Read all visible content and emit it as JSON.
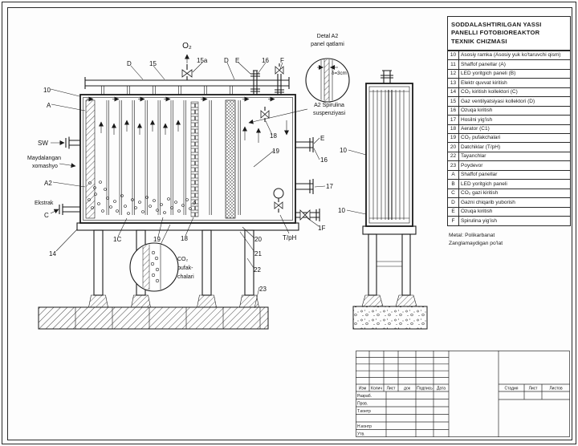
{
  "title_block": {
    "line1": "SODDALASHTIRILGAN YASSI",
    "line2": "PANELLI FOTOBIOREAKTOR",
    "line3": "TEXNIK CHIZMASI"
  },
  "parts_list": [
    {
      "num": "10",
      "label": "Asosiy ramka (Asosiy yuk ko'taruvchi qism)"
    },
    {
      "num": "11",
      "label": "Shaffof panellar (A)"
    },
    {
      "num": "12",
      "label": "LED yoritgich paneli (B)"
    },
    {
      "num": "13",
      "label": "Elektr quvvat kiritish"
    },
    {
      "num": "14",
      "label": "CO₂ kiritish kollektori (C)"
    },
    {
      "num": "15",
      "label": "Gaz ventilyatsiyasi kollektori (D)"
    },
    {
      "num": "16",
      "label": "Ozuqa kiritish"
    },
    {
      "num": "17",
      "label": "Hosilni yig'ish"
    },
    {
      "num": "18",
      "label": "Aerator (C1)"
    },
    {
      "num": "19",
      "label": "CO₂ pufakchalari"
    },
    {
      "num": "20",
      "label": "Datchiklar (T/pH)"
    },
    {
      "num": "22",
      "label": "Tayanchlar"
    },
    {
      "num": "23",
      "label": "Poydevor"
    },
    {
      "num": "A",
      "label": "Shaffof panellar"
    },
    {
      "num": "B",
      "label": "LED yoritgich paneli"
    },
    {
      "num": "C",
      "label": "CO₂ gazi kiritish"
    },
    {
      "num": "D",
      "label": "Gazni chiqarib yuborish"
    },
    {
      "num": "E",
      "label": "Ozuqa kiritish"
    },
    {
      "num": "F",
      "label": "Spirulina yig'ish"
    }
  ],
  "material": {
    "line1": "Metal: Polikarbanat",
    "line2": "Zanglamaydigan po'lat"
  },
  "drawing": {
    "o2": "O₂",
    "d1": "D",
    "n15": "15",
    "n15a": "15a",
    "d2": "D",
    "e1": "E",
    "n16a": "16",
    "f1": "F",
    "n10a": "10",
    "a1": "A",
    "sw": "SW",
    "feed1": "Maydalangan",
    "feed2": "xomashyo",
    "a2": "A2",
    "ekstrak": "Ekstrak",
    "c1": "C",
    "n14": "14",
    "n1c": "1C",
    "n19a": "19",
    "n18a": "18",
    "n20": "20",
    "n21": "21",
    "n22": "22",
    "n23": "23",
    "n18b": "18",
    "n19b": "19",
    "e2": "E",
    "n16b": "16",
    "n17": "17",
    "n1f": "1F",
    "tph": "T/pH",
    "n10b": "10",
    "n10c": "10",
    "da2_1": "Detal A2",
    "da2_2": "panel qatlami",
    "delta": "δ=3cm",
    "susp1": "A2 Spirulina",
    "susp2": "suspenziyasi",
    "co2_1": "CO₂",
    "co2_2": "pufak-",
    "co2_3": "chalari"
  },
  "stamp": {
    "izm": "Изм",
    "kolich": "Колич",
    "list": "Лист",
    "dok": "док",
    "podpis": "Подпись",
    "data": "Дата",
    "razrab": "Разраб.",
    "prov": "Пров.",
    "tkontr": "Т.контр",
    "nkontr": "Н.контр",
    "utv": "Утв.",
    "stadiya": "Стадия",
    "list2": "Лист",
    "listov": "Листов"
  }
}
